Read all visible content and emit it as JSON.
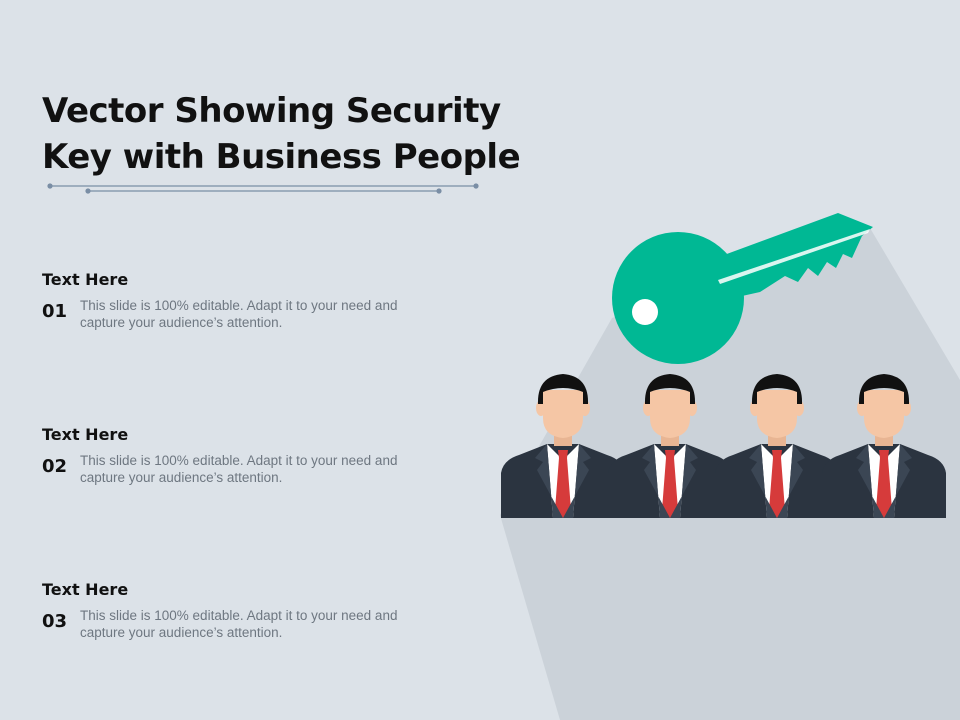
{
  "slide": {
    "title_line1": "Vector Showing Security",
    "title_line2": "Key with Business People"
  },
  "items": [
    {
      "heading": "Text Here",
      "number": "01",
      "text": "This slide is 100% editable. Adapt it to your need and capture your audience’s attention."
    },
    {
      "heading": "Text Here",
      "number": "02",
      "text": "This slide is 100% editable. Adapt it to your need and capture your audience’s attention."
    },
    {
      "heading": "Text Here",
      "number": "03",
      "text": "This slide is 100% editable. Adapt it to your need and capture your audience’s attention."
    }
  ],
  "illustration": {
    "icons": [
      "key-icon",
      "businessman-icon"
    ],
    "colors": {
      "background": "#dce2e8",
      "shadow": "#cbd2d9",
      "key": "#00b894",
      "suit": "#2b3440",
      "skin": "#f5c6a5",
      "hair": "#111111",
      "tie": "#d63b3b",
      "divider": "#7a8ea5"
    }
  }
}
